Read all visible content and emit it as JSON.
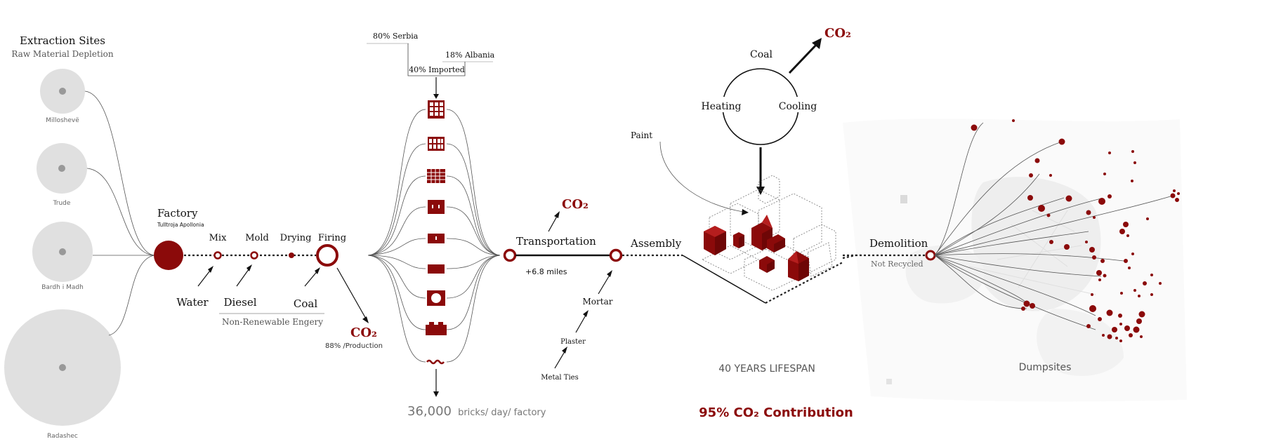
{
  "extraction": {
    "title": "Extraction Sites",
    "subtitle": "Raw Material Depletion",
    "sites": [
      "Milloshevë",
      "Trude",
      "Bardh i Madh",
      "Radashec"
    ]
  },
  "factory": {
    "label": "Factory",
    "sublabel": "Tulltroja Apollonia"
  },
  "steps": [
    "Mix",
    "Mold",
    "Drying",
    "Firing"
  ],
  "inputs": [
    "Water",
    "Diesel",
    "Coal"
  ],
  "inputs_caption": "Non-Renewable Engery",
  "production_co2": {
    "label": "CO₂",
    "caption": "88% /Production"
  },
  "imports": {
    "serbia": "80%  Serbia",
    "albania": "18%  Albania",
    "imported": "40% Imported"
  },
  "output": {
    "number": "36,000",
    "unit": "bricks/ day/ factory"
  },
  "transport": {
    "label": "Transportation",
    "distance": "+6.8 miles",
    "co2": "CO₂"
  },
  "assembly": {
    "label": "Assembly",
    "materials": [
      "Mortar",
      "Plaster",
      "Metal Ties"
    ],
    "paint": "Paint"
  },
  "lifecycle": {
    "coal": "Coal",
    "heating": "Heating",
    "cooling": "Cooling",
    "co2": "CO₂"
  },
  "lifespan": "40 YEARS LIFESPAN",
  "contribution": "95% CO₂ Contribution",
  "demolition": {
    "label": "Demolition",
    "sublabel": "Not Recycled"
  },
  "dumpsites": "Dumpsites",
  "colors": {
    "accent": "#8b0a0a",
    "site": "#e0e0e0",
    "ink": "#222222"
  },
  "icons": [
    "brick-grid-icon",
    "brick-perforated-icon",
    "brick-dense-grid-icon",
    "brick-two-hole-icon",
    "brick-one-hole-icon",
    "brick-solid-icon",
    "brick-round-hole-icon",
    "brick-tile-icon",
    "brick-wave-icon"
  ]
}
